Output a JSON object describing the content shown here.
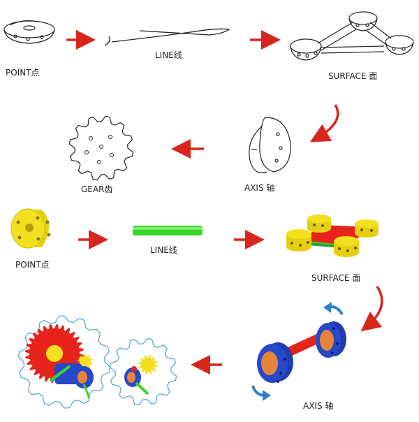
{
  "labels": {
    "sketch_point": "POINT点",
    "sketch_line": "LINE线",
    "sketch_surface": "SURFACE 面",
    "sketch_axis": "AXIS 轴",
    "sketch_gear": "GEAR齿",
    "color_point": "POINT点",
    "color_line": "LINE线",
    "color_surface": "SURFACE 面",
    "color_axis": "AXIS 轴"
  },
  "colors": {
    "arrow": "#d7261e",
    "yellow": "#f2e020",
    "green": "#37d62a",
    "red": "#e8231b",
    "blue": "#2748c9",
    "orange": "#e7843a",
    "rotate_arrow": "#2a86c9",
    "gear_outline": "#5aa8d8"
  }
}
